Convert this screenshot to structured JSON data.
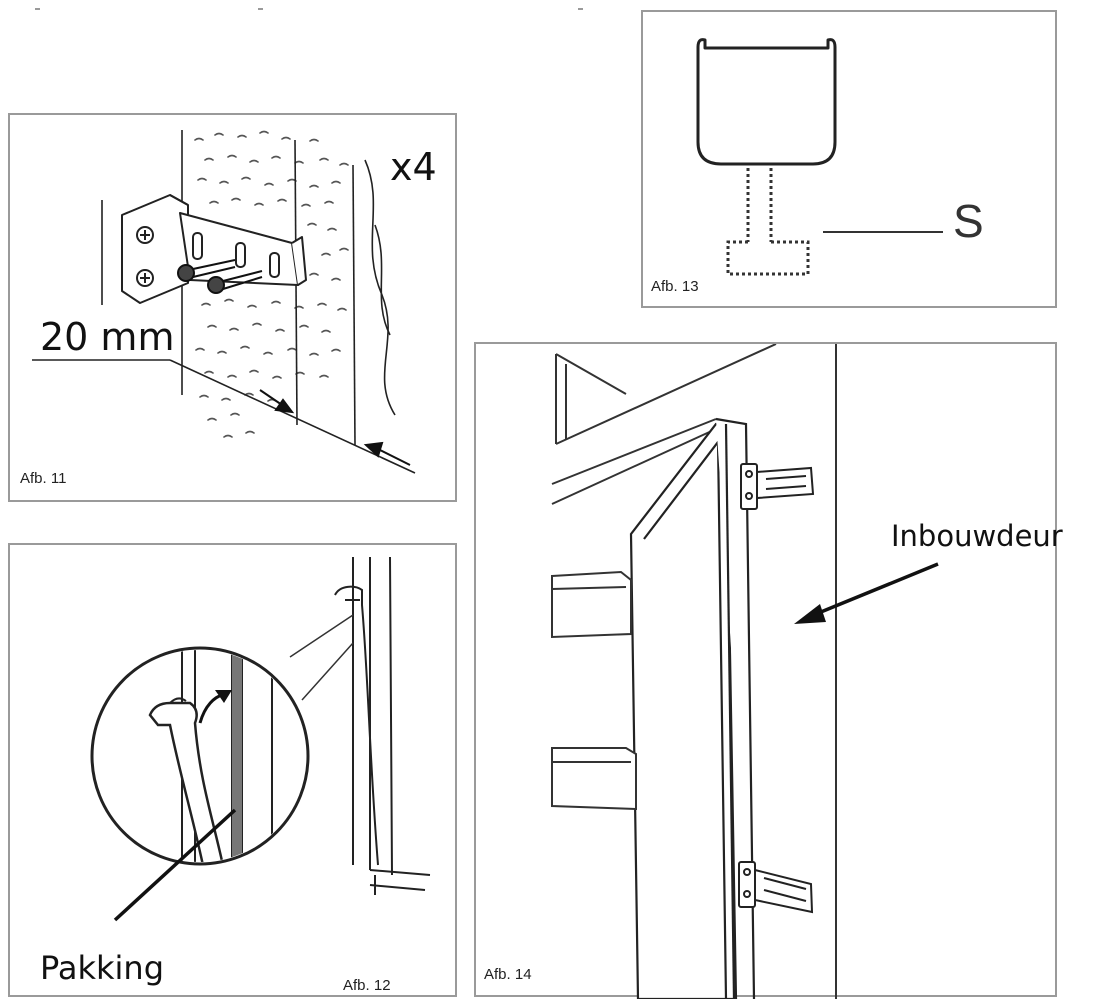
{
  "figures": {
    "afb11": {
      "caption": "Afb. 11",
      "quantity": "x4",
      "dimension": "20 mm"
    },
    "afb12": {
      "caption": "Afb. 12",
      "label": "Pakking"
    },
    "afb13": {
      "caption": "Afb. 13",
      "label": "S"
    },
    "afb14": {
      "caption": "Afb. 14",
      "label": "Inbouwdeur"
    }
  }
}
